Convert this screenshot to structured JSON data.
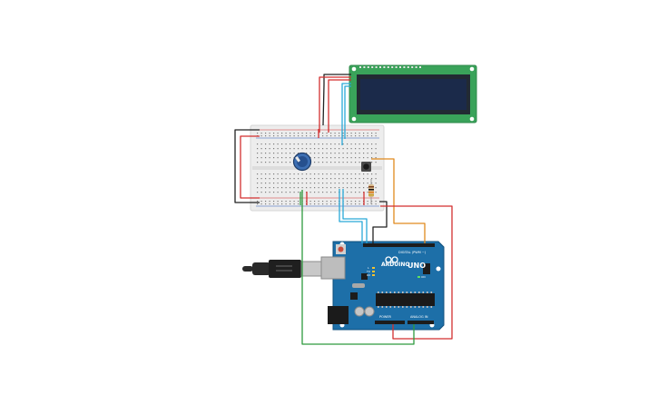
{
  "colors": {
    "background": "#ffffff",
    "wire_red": "#d32f2f",
    "wire_black": "#222222",
    "wire_blue": "#29a9d8",
    "wire_green": "#2e9a3e",
    "wire_orange": "#e08a1e",
    "lcd_pcb": "#3aa35a",
    "lcd_screen": "#1b2a4a",
    "arduino_board": "#1d6fa8",
    "breadboard": "#eeeeee"
  },
  "arduino": {
    "logo_text": "ARDUINO",
    "model_text": "UNO",
    "digital_label": "DIGITAL (PWM ~)",
    "power_label": "POWER",
    "analog_label": "ANALOG IN",
    "tx_label": "TX",
    "rx_label": "RX",
    "l_label": "L",
    "on_label": "ON"
  },
  "components": [
    {
      "name": "lcd-16x2",
      "icon": "lcd-display-icon"
    },
    {
      "name": "breadboard",
      "icon": "breadboard-icon"
    },
    {
      "name": "potentiometer",
      "icon": "potentiometer-icon"
    },
    {
      "name": "pushbutton",
      "icon": "pushbutton-icon"
    },
    {
      "name": "resistor",
      "icon": "resistor-icon"
    },
    {
      "name": "arduino-uno",
      "icon": "arduino-board-icon"
    },
    {
      "name": "usb-cable",
      "icon": "usb-cable-icon"
    }
  ]
}
